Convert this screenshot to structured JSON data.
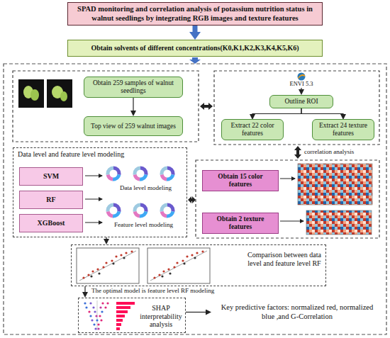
{
  "diagram": {
    "nodes": [
      {
        "text": [
          "SPAD monitoring and correlation analysis of potassium nutrition status in walnut seedlings by integrating RGB images and texture features"
        ]
      },
      {
        "text": [
          "Obtain solvents of different concentrations(K0,K1,K2,K3,K4,K5,K6)"
        ]
      },
      {
        "text": [
          "Obtain 259 samples of walnut seedlings"
        ]
      },
      {
        "text": [
          "Top view of 259 walnut images"
        ]
      },
      {
        "text": [
          "ENVI 5.3"
        ]
      },
      {
        "text": [
          "Outline ROI"
        ]
      },
      {
        "text": [
          "Extract 22 color features"
        ]
      },
      {
        "text": [
          "Extract 24 texture features"
        ]
      },
      {
        "text": [
          "Obtain 15 color features"
        ]
      },
      {
        "text": [
          "Obtain 2 texture features"
        ]
      },
      {
        "text": [
          "Data level and feature level modeling"
        ]
      },
      {
        "text": [
          "SVM"
        ],
        "in": 10
      },
      {
        "text": [
          "RF"
        ],
        "in": 10
      },
      {
        "text": [
          "XGBoost"
        ],
        "in": 10
      },
      {
        "text": [
          "Comparison between data level and feature level RF"
        ]
      },
      {
        "text": [
          "SHAP interpretability analysis"
        ]
      },
      {
        "text": [
          "Key predictive factors: normalized red, normalized blue ,and G-Correlation"
        ]
      }
    ],
    "edges": [
      {
        "from": 0,
        "to": 1,
        "arrow": "to"
      },
      {
        "from": 2,
        "to": 3,
        "arrow": "to"
      },
      {
        "from": 4,
        "to": 5,
        "arrow": "to"
      },
      {
        "from": 5,
        "to": 6,
        "arrow": "to"
      },
      {
        "from": 5,
        "to": 7,
        "arrow": "to"
      },
      {
        "from": 10,
        "to": 14,
        "arrow": "to"
      },
      {
        "from": 14,
        "to": 15,
        "arrow": "to",
        "label": "The optimal model is feature level RF modeling"
      },
      {
        "from": 15,
        "to": 16,
        "arrow": "to"
      }
    ],
    "labels": [
      "correlation analysis",
      "Data level modeling",
      "Feature level modeling"
    ]
  }
}
